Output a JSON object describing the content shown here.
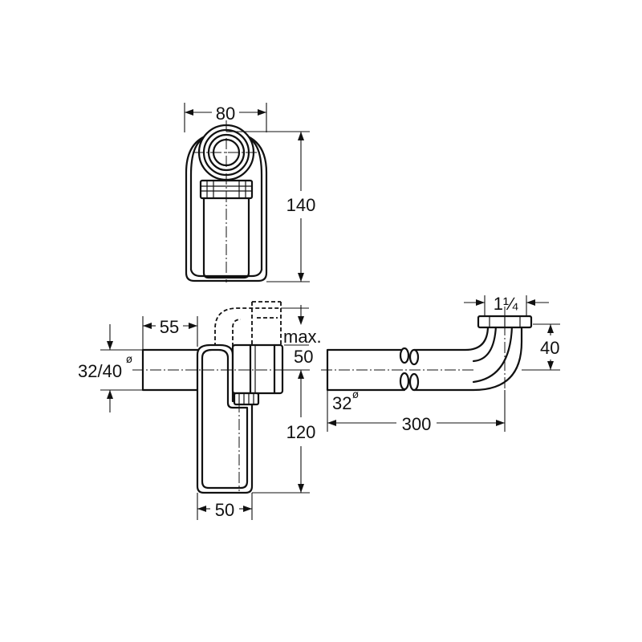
{
  "labels": {
    "width_top": "80",
    "height_top": "140",
    "inlet_length": "55",
    "inlet_diameter": "32/40",
    "max_label": "max.",
    "max_value": "50",
    "trap_height": "120",
    "trap_width": "50",
    "tube_diameter": "32",
    "tube_length": "300",
    "thread_size": "1¼",
    "tail_height": "40"
  },
  "diameter_symbol": "ø"
}
